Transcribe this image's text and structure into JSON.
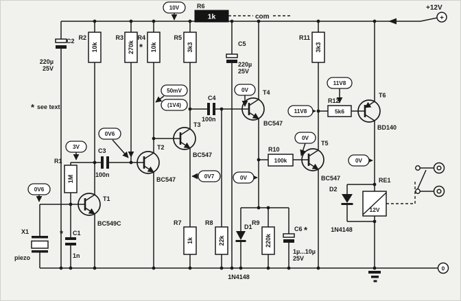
{
  "colors": {
    "background": "#f1f1ee",
    "line": "#1a1a1a",
    "highlight_fill": "#141414",
    "highlight_text": "#ffffff",
    "oval_fill": "#ffffff"
  },
  "power": {
    "plus": "+12V",
    "plus_sign": "+",
    "zero": "0",
    "com": "com"
  },
  "note": {
    "asterisk": "*",
    "text": "see text"
  },
  "resistors": {
    "R1": {
      "ref": "R1",
      "value": "1M"
    },
    "R2": {
      "ref": "R2",
      "value": "10k"
    },
    "R3": {
      "ref": "R3",
      "value": "270k",
      "asterisk": "*"
    },
    "R4": {
      "ref": "R4",
      "value": "10k"
    },
    "R5": {
      "ref": "R5",
      "value": "3k3"
    },
    "R6": {
      "ref": "R6",
      "value": "1k"
    },
    "R7": {
      "ref": "R7",
      "value": "1k"
    },
    "R8": {
      "ref": "R8",
      "value": "22k"
    },
    "R9": {
      "ref": "R9",
      "value": "220k"
    },
    "R10": {
      "ref": "R10",
      "value": "100k"
    },
    "R11": {
      "ref": "R11",
      "value": "3k3"
    },
    "R12": {
      "ref": "R12",
      "value": "5k6"
    }
  },
  "capacitors": {
    "C1": {
      "ref": "C1",
      "value": "1n",
      "asterisk": "*"
    },
    "C2": {
      "ref": "C2",
      "value": "220µ",
      "voltage": "25V"
    },
    "C3": {
      "ref": "C3",
      "value": "100n"
    },
    "C4": {
      "ref": "C4",
      "value": "100n"
    },
    "C5": {
      "ref": "C5",
      "value": "220µ",
      "voltage": "25V"
    },
    "C6": {
      "ref": "C6",
      "value": "1µ...10µ",
      "voltage": "25V",
      "asterisk": "*"
    }
  },
  "transistors": {
    "T1": {
      "ref": "T1",
      "type": "BC549C"
    },
    "T2": {
      "ref": "T2",
      "type": "BC547"
    },
    "T3": {
      "ref": "T3",
      "type": "BC547"
    },
    "T4": {
      "ref": "T4",
      "type": "BC547"
    },
    "T5": {
      "ref": "T5",
      "type": "BC547"
    },
    "T6": {
      "ref": "T6",
      "type": "BD140"
    }
  },
  "diodes": {
    "D1": {
      "ref": "D1",
      "type": "1N4148"
    },
    "D2": {
      "ref": "D2",
      "type": "1N4148"
    }
  },
  "relay": {
    "ref": "RE1",
    "value": "12V"
  },
  "piezo": {
    "ref": "X1",
    "label": "piezo"
  },
  "voltages": {
    "supply_com": "10V",
    "t1_base": "0V6",
    "t1_collector": "3V",
    "t2_base": "0V6",
    "t2_collector": "50mV",
    "t2_collector_alt": "(1V4)",
    "t4_base": "0V",
    "t3_emitter": "0V7",
    "t4_emitter": "0V",
    "t5_collector": "11V8",
    "t6_base": "11V8",
    "t5_base": "0V",
    "t6_collector": "0V"
  }
}
